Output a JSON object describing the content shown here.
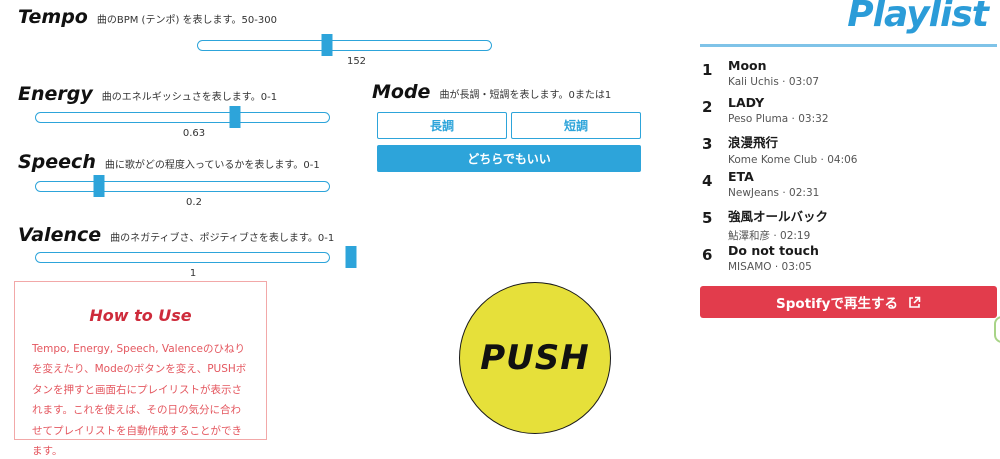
{
  "colors": {
    "accent_blue": "#2da4da",
    "title_blue": "#2b9cd8",
    "rule_blue": "#7fc3e8",
    "spotify_red": "#e23c4c",
    "how_to_use_red": "#e4575f",
    "how_to_use_title_red": "#ce2b3b",
    "push_yellow": "#e6e03a",
    "edge_green": "#a8d487"
  },
  "sliders": [
    {
      "label": "Tempo",
      "desc": "曲のBPM (テンポ) を表します。50-300",
      "min": 50,
      "max": 300,
      "value": 152,
      "display": "152"
    },
    {
      "label": "Energy",
      "desc": "曲のエネルギッシュさを表します。0-1",
      "min": 0,
      "max": 1,
      "value": 0.63,
      "display": "0.63"
    },
    {
      "label": "Speech",
      "desc": "曲に歌がどの程度入っているかを表します。0-1",
      "min": 0,
      "max": 1,
      "value": 0.2,
      "display": "0.2"
    },
    {
      "label": "Valence",
      "desc": "曲のネガティブさ、ポジティブさを表します。0-1",
      "min": 0,
      "max": 1,
      "value": 1,
      "display": "1"
    }
  ],
  "mode": {
    "label": "Mode",
    "desc": "曲が長調・短調を表します。0または1",
    "major_label": "長調",
    "minor_label": "短調",
    "either_label": "どちらでもいい"
  },
  "how_to_use": {
    "title": "How to Use",
    "body": "Tempo, Energy, Speech, Valenceのひねりを変えたり、Modeのボタンを変え、PUSHボタンを押すと画面右にプレイリストが表示されます。これを使えば、その日の気分に合わせてプレイリストを自動作成することができます。"
  },
  "push": {
    "label": "PUSH"
  },
  "playlist": {
    "title": "Playlist",
    "meta_separator": " · ",
    "tracks": [
      {
        "no": "1",
        "title": "Moon",
        "artist": "Kali Uchis",
        "duration": "03:07"
      },
      {
        "no": "2",
        "title": "LADY",
        "artist": "Peso Pluma",
        "duration": "03:32"
      },
      {
        "no": "3",
        "title": "浪漫飛行",
        "artist": "Kome Kome Club",
        "duration": "04:06"
      },
      {
        "no": "4",
        "title": "ETA",
        "artist": "NewJeans",
        "duration": "02:31"
      },
      {
        "no": "5",
        "title": "強風オールバック",
        "artist": "鮎澤和彦",
        "duration": "02:19"
      },
      {
        "no": "6",
        "title": "Do not touch",
        "artist": "MISAMO",
        "duration": "03:05"
      }
    ],
    "spotify_label": "Spotifyで再生する"
  }
}
